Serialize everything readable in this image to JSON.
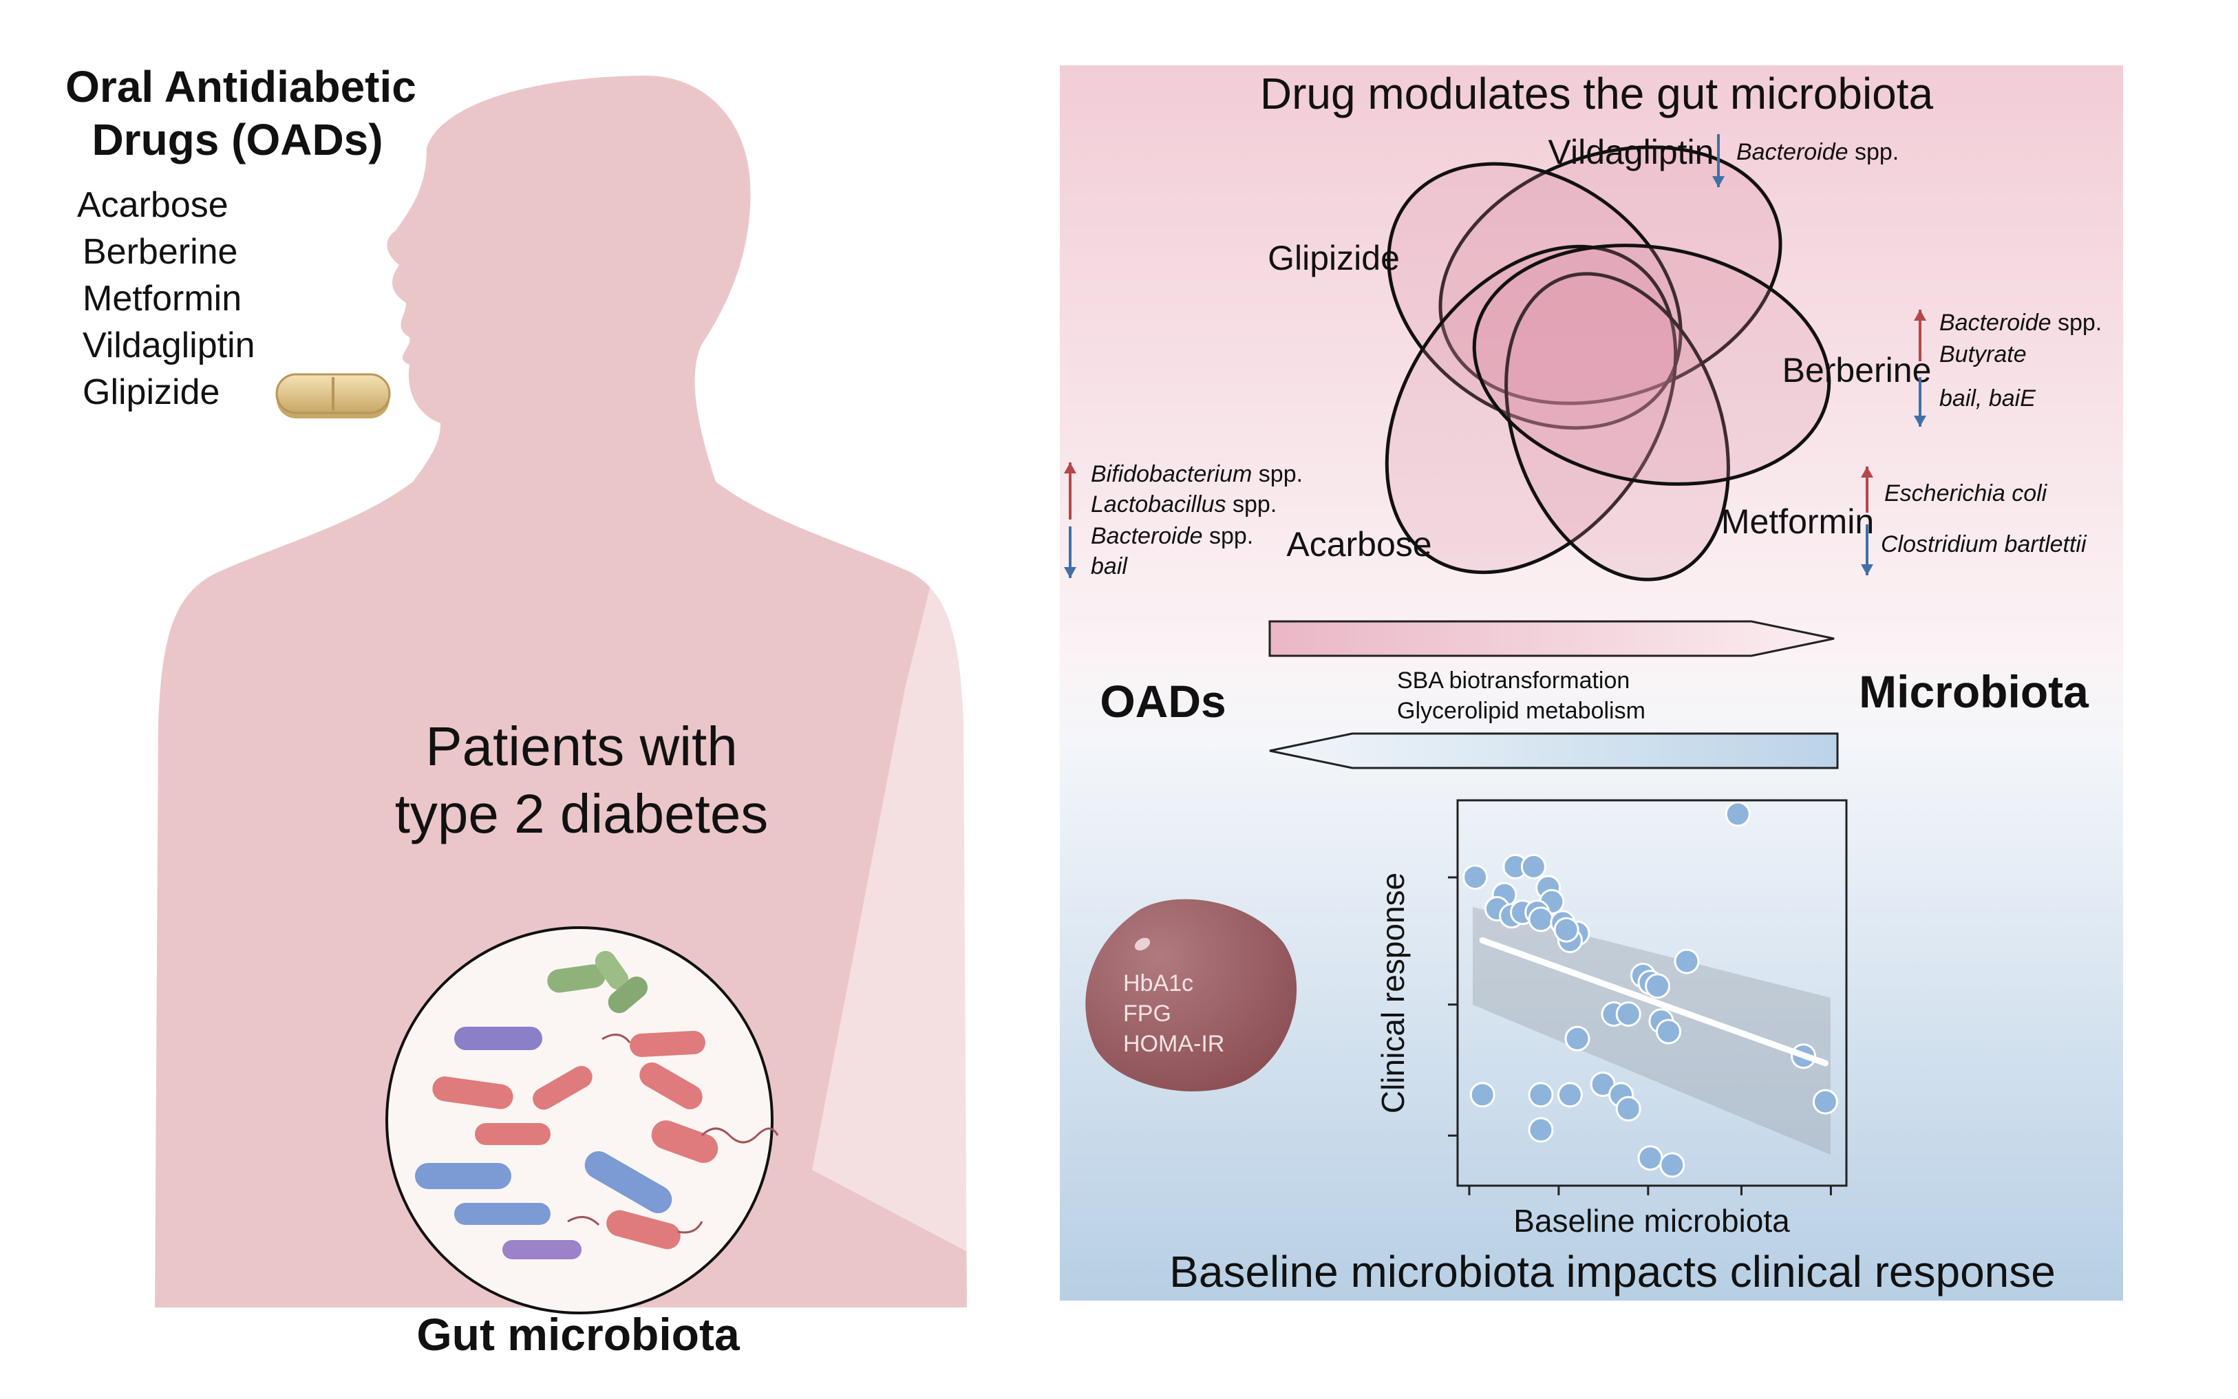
{
  "left": {
    "oad_title_line1": "Oral Antidiabetic",
    "oad_title_line2": "Drugs (OADs)",
    "drug_list": [
      "Acarbose",
      "Berberine",
      "Metformin",
      "Vildagliptin",
      "Glipizide"
    ],
    "patients_line1": "Patients with",
    "patients_line2": "type 2 diabetes",
    "gut_label": "Gut microbiota"
  },
  "right": {
    "top_title": "Drug modulates the gut microbiota",
    "bottom_title": "Baseline microbiota impacts clinical response",
    "drugs": {
      "vildagliptin": "Vildagliptin",
      "glipizide": "Glipizide",
      "berberine": "Berberine",
      "metformin": "Metformin",
      "acarbose": "Acarbose"
    },
    "effects": {
      "vildagliptin_down": [
        "Bacteroide spp."
      ],
      "berberine_up": [
        "Bacteroide spp.",
        "Butyrate"
      ],
      "berberine_down": [
        "bail, baiE"
      ],
      "metformin_up": [
        "Escherichia coli"
      ],
      "metformin_down": [
        "Clostridium bartlettii"
      ],
      "acarbose_up": [
        "Bifidobacterium spp.",
        "Lactobacillus spp."
      ],
      "acarbose_down": [
        "Bacteroide spp.",
        "bail"
      ]
    },
    "oads_label": "OADs",
    "microbiota_label": "Microbiota",
    "pathways": [
      "SBA biotransformation",
      "Glycerolipid metabolism"
    ],
    "metrics": [
      "HbA1c",
      "FPG",
      "HOMA-IR"
    ],
    "colors": {
      "up_arrow": "#b4474a",
      "down_arrow": "#3f70a8"
    }
  },
  "chart_data": {
    "type": "scatter",
    "xlabel": "Baseline microbiota",
    "ylabel": "Clinical response",
    "points": [
      [
        0.02,
        0.83
      ],
      [
        0.1,
        0.78
      ],
      [
        0.08,
        0.74
      ],
      [
        0.13,
        0.86
      ],
      [
        0.18,
        0.86
      ],
      [
        0.22,
        0.8
      ],
      [
        0.23,
        0.76
      ],
      [
        0.12,
        0.72
      ],
      [
        0.15,
        0.73
      ],
      [
        0.19,
        0.73
      ],
      [
        0.2,
        0.71
      ],
      [
        0.26,
        0.7
      ],
      [
        0.3,
        0.67
      ],
      [
        0.28,
        0.65
      ],
      [
        0.27,
        0.68
      ],
      [
        0.48,
        0.55
      ],
      [
        0.5,
        0.53
      ],
      [
        0.52,
        0.52
      ],
      [
        0.4,
        0.44
      ],
      [
        0.44,
        0.44
      ],
      [
        0.53,
        0.42
      ],
      [
        0.55,
        0.39
      ],
      [
        0.3,
        0.37
      ],
      [
        0.6,
        0.59
      ],
      [
        0.28,
        0.21
      ],
      [
        0.2,
        0.21
      ],
      [
        0.37,
        0.24
      ],
      [
        0.42,
        0.21
      ],
      [
        0.44,
        0.17
      ],
      [
        0.2,
        0.11
      ],
      [
        0.04,
        0.21
      ],
      [
        0.92,
        0.32
      ],
      [
        0.98,
        0.19
      ],
      [
        0.5,
        0.03
      ],
      [
        0.56,
        0.01
      ],
      [
        0.74,
        1.06
      ]
    ],
    "trend": {
      "x": [
        0.04,
        0.98
      ],
      "y": [
        0.65,
        0.3
      ]
    }
  }
}
